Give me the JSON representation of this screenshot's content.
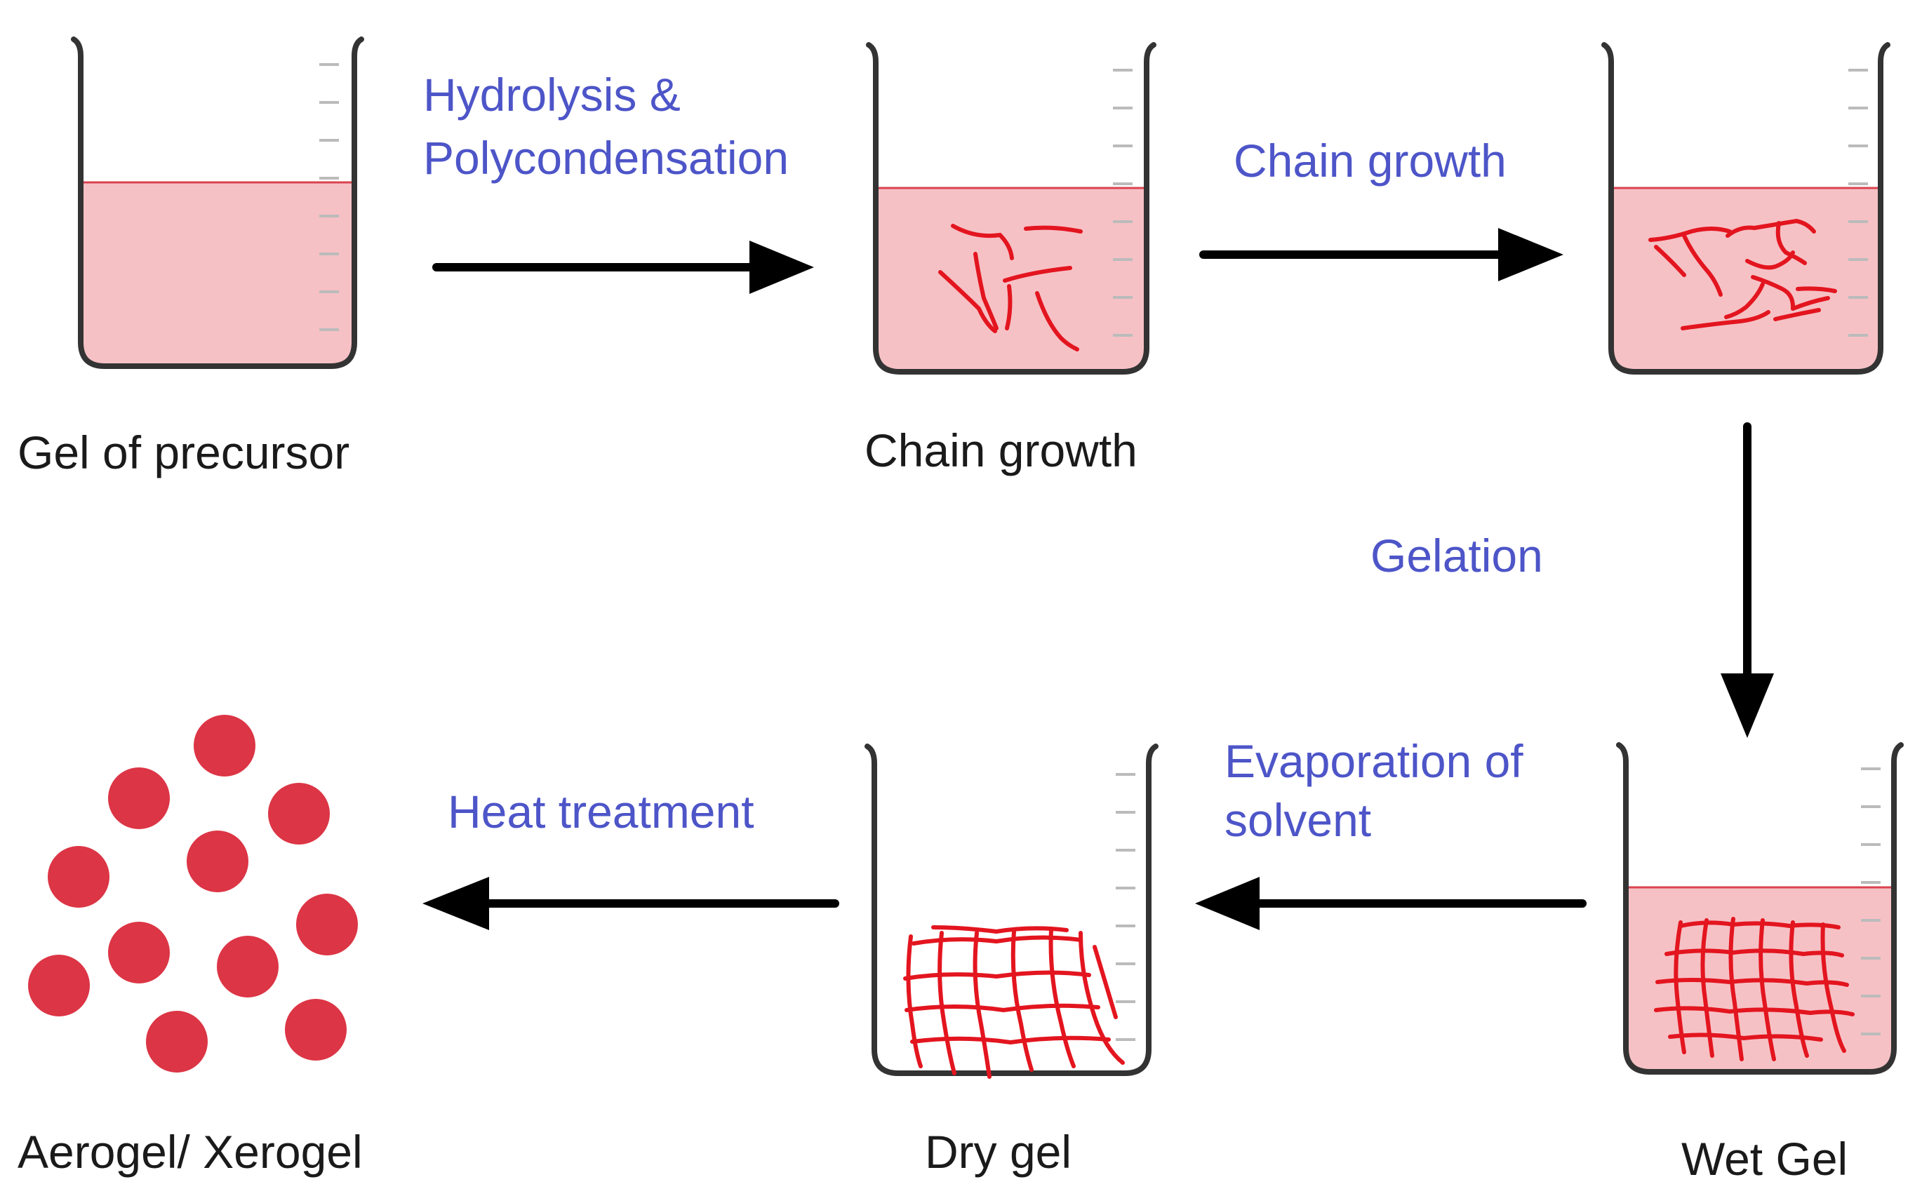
{
  "stages": {
    "precursor": {
      "label": "Gel of precursor"
    },
    "chain": {
      "label": "Chain growth"
    },
    "wet": {
      "label": "Wet Gel"
    },
    "dry": {
      "label": "Dry gel"
    },
    "aerogel": {
      "label": "Aerogel/ Xerogel"
    }
  },
  "steps": {
    "hydrolysis": {
      "line1": "Hydrolysis &",
      "line2": "Polycondensation"
    },
    "chain_growth": {
      "label": "Chain growth"
    },
    "gelation": {
      "label": "Gelation"
    },
    "evaporation": {
      "line1": "Evaporation of",
      "line2": "solvent"
    },
    "heat": {
      "label": "Heat treatment"
    }
  },
  "colors": {
    "liquid": "#f6c1c5",
    "liquid_surface": "#d9434f",
    "polymer": "#e3151f",
    "particle": "#dc3545",
    "beaker": "#333333",
    "step_text": "#4d55c8",
    "label_text": "#1a1a1a"
  }
}
